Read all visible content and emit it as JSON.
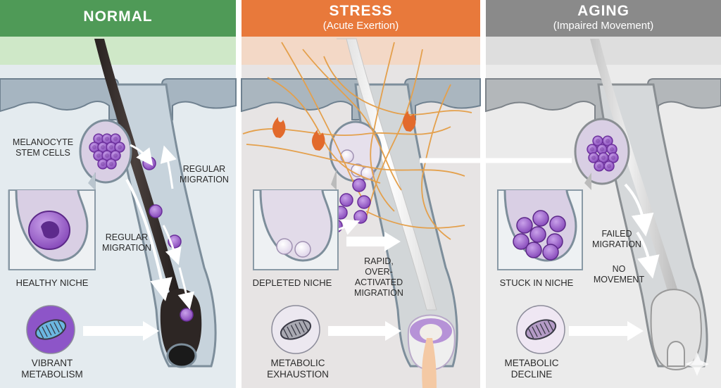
{
  "panels": [
    {
      "title": "NORMAL",
      "subtitle": "",
      "color": "#4f9a57",
      "labels": {
        "stem_cells": "MELANOCYTE\nSTEM CELLS",
        "migration_up": "REGULAR\nMIGRATION",
        "migration_down": "REGULAR\nMIGRATION",
        "niche": "HEALTHY NICHE",
        "metabolism": "VIBRANT\nMETABOLISM"
      }
    },
    {
      "title": "STRESS",
      "subtitle": "(Acute Exertion)",
      "color": "#e8793b",
      "labels": {
        "migration": "RAPID,\nOVER-\nACTIVATED\nMIGRATION",
        "niche": "DEPLETED NICHE",
        "metabolism": "METABOLIC\nEXHAUSTION"
      }
    },
    {
      "title": "AGING",
      "subtitle": "(Impaired Movement)",
      "color": "#8a8a8a",
      "labels": {
        "failed": "FAILED\nMIGRATION",
        "no_movement": "NO\nMOVEMENT",
        "niche": "STUCK IN NICHE",
        "metabolism": "METABOLIC\nDECLINE"
      }
    }
  ],
  "colors": {
    "skin": "#e3e9ee",
    "epidermis": "#9fb0bd",
    "stem_cell": "#9b59cf",
    "dark_hair": "#2d2624",
    "gray_hair": "#d9d9d9",
    "nerve": "#e4a04c",
    "flame": "#e26a2c"
  },
  "icons": [
    "flame-icon",
    "mitochondria-icon",
    "arrow-right-icon",
    "arrow-down-icon"
  ]
}
